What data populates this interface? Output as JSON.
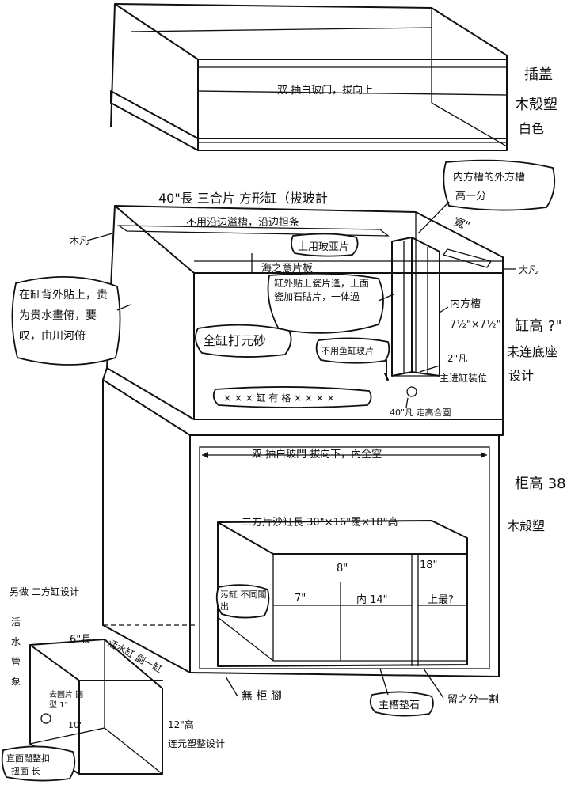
{
  "labels": {
    "cover_corner": "插盖",
    "cover_material": "木殻塑",
    "cover_color": "白色",
    "cover_glass": "双 抽白玻门，拔向上",
    "tank_title": "40\"長 三合片 方形缸（拔玻計",
    "no_overflow": "不用沿边溢槽，沿边担条",
    "top_panel": "上用玻亚片",
    "beam": "海之意片板",
    "inner_box_label": "内方槽的外方槽",
    "inner_box_sub": "高一分",
    "box_width": "寬\"",
    "side_left": "木凡",
    "side_right": "大凡",
    "tile_note": "缸外贴上瓷片逢，上面瓷加石貼片，一体過",
    "fill_label": "全缸打元砂",
    "inner_tank": "内方槽",
    "inner_size": "7½\"×7½\"",
    "no_glass": "不用鱼缸玻片",
    "pump_label": "2\"凡",
    "pump_sub": "主进缸装位",
    "pipe_label": "40\"凡 走高合圓",
    "floor_grill": "× × × 缸 有 格 × × × ×",
    "height_note_1": "缸高 ?\"",
    "height_note_2": "未连底座",
    "height_note_3": "设计",
    "left_note": "在缸背外貼上，贵为贵水畫俯，要叹，由川河俯",
    "cabinet_glass": "双 抽白玻門 拔向下，內全空",
    "cabinet_height_1": "柜高 38\"",
    "cabinet_height_2": "木殻塑",
    "inner_tank_title": "二方片沙缸長 30\"×16\"闊×18\"高",
    "dim_8": "8\"",
    "dim_18": "18\"",
    "dim_7": "7\"",
    "dim_14": "内 14\"",
    "dim_left_box": "污缸 不同閣出",
    "dim_right_box": "上最?",
    "sand_label": "主槽墊石",
    "separator": "留之分一割",
    "no_wheels": "無 柜 腳",
    "cabinet_small": "另做 二方缸设计",
    "small_len": "6\"長",
    "small_side_1": "活水缸 副一缸",
    "small_left_1": "活",
    "small_left_2": "水",
    "small_left_3": "管",
    "small_left_4": "泵",
    "small_circle": "去圓片 圓型 1\"",
    "small_dim": "10\"",
    "small_height_1": "12\"高",
    "small_height_2": "连元塑整设计",
    "small_bottom_1": "直面闊整扣",
    "small_bottom_2": "扭面 长"
  }
}
